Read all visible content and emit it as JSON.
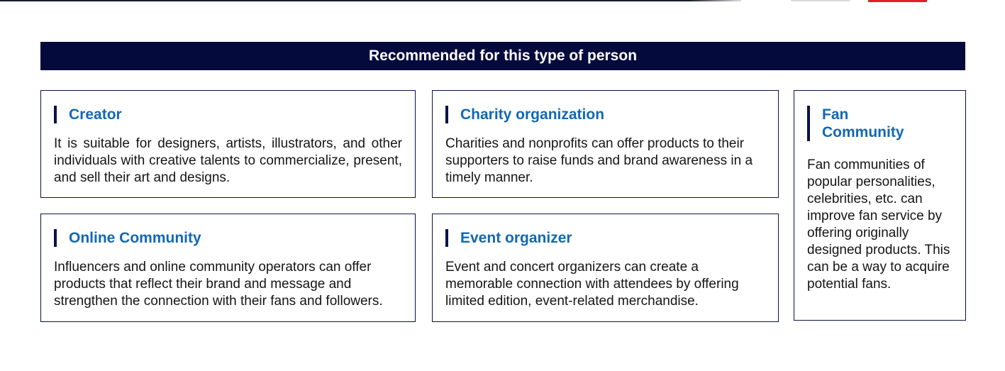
{
  "header": {
    "title": "Recommended for this type of person"
  },
  "cards": {
    "creator": {
      "title": "Creator",
      "description": "It is suitable for designers, artists, illustrators, and other individuals with creative talents to commercialize, present, and sell their art and designs."
    },
    "charity": {
      "title": "Charity organization",
      "description": "Charities and nonprofits can offer products to their supporters to raise funds and brand awareness in a timely manner."
    },
    "fan_community": {
      "title": "Fan Community",
      "description": "Fan communities of popular personalities, celebrities, etc. can improve fan service by offering originally designed products. This can be a way to acquire potential fans."
    },
    "online_community": {
      "title": "Online Community",
      "description": "Influencers and online community operators can offer products that reflect their brand and message and strengthen the connection with their fans and followers."
    },
    "event_organizer": {
      "title": "Event organizer",
      "description": "Event and concert organizers can create a memorable connection with attendees by offering limited edition, event-related merchandise."
    }
  },
  "colors": {
    "banner_background": "#050a3d",
    "title_text": "#1268b3",
    "card_border": "#0b1246",
    "accent_red": "#e0202f"
  }
}
